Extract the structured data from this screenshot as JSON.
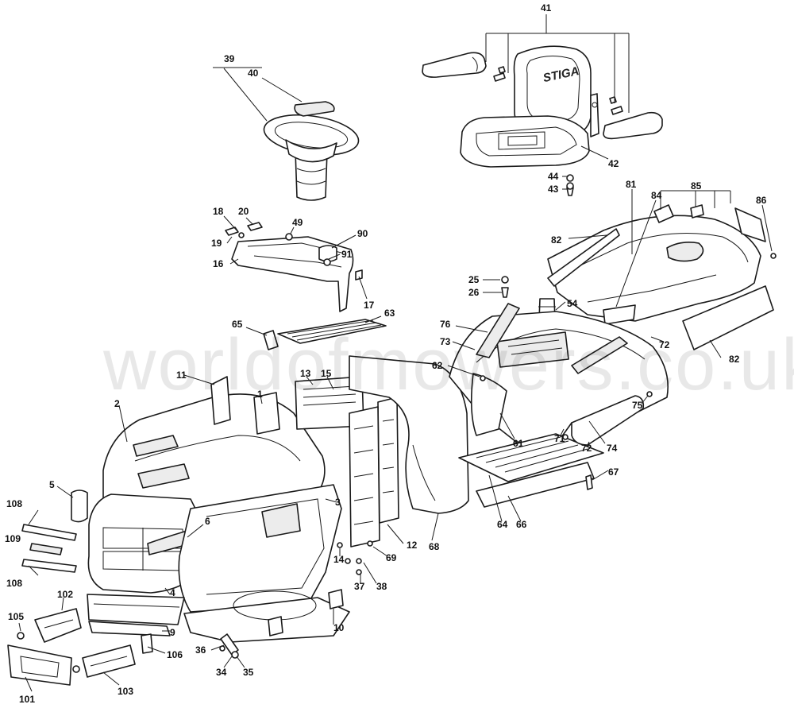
{
  "diagram": {
    "watermark": "worldofmowers.co.uk",
    "seat_logo": "STIGA",
    "callouts": {
      "c1": "1",
      "c2": "2",
      "c3": "3",
      "c4": "4",
      "c5": "5",
      "c6": "6",
      "c9": "9",
      "c10": "10",
      "c11": "11",
      "c12": "12",
      "c13": "13",
      "c14": "14",
      "c15": "15",
      "c16": "16",
      "c17": "17",
      "c18": "18",
      "c19": "19",
      "c20": "20",
      "c25": "25",
      "c26": "26",
      "c34": "34",
      "c35": "35",
      "c36": "36",
      "c37": "37",
      "c38": "38",
      "c39": "39",
      "c40": "40",
      "c41": "41",
      "c42": "42",
      "c43": "43",
      "c44": "44",
      "c49": "49",
      "c54": "54",
      "c61": "61",
      "c62": "62",
      "c63": "63",
      "c64": "64",
      "c65": "65",
      "c66": "66",
      "c67": "67",
      "c68": "68",
      "c69": "69",
      "c71": "71",
      "c72a": "72",
      "c72b": "72",
      "c73": "73",
      "c74": "74",
      "c75": "75",
      "c76": "76",
      "c81": "81",
      "c82a": "82",
      "c82b": "82",
      "c84": "84",
      "c85": "85",
      "c86": "86",
      "c90": "90",
      "c91": "91",
      "c101": "101",
      "c102": "102",
      "c103": "103",
      "c105": "105",
      "c106": "106",
      "c108a": "108",
      "c108b": "108",
      "c109": "109"
    }
  }
}
